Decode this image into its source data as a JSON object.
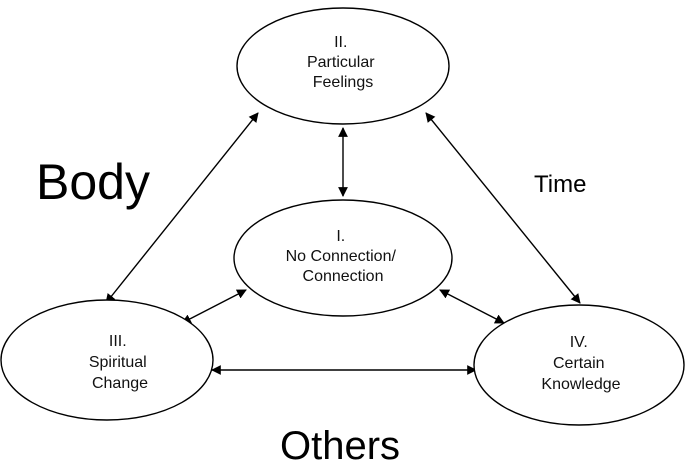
{
  "nodes": [
    {
      "id": "node-i",
      "lines": [
        "I.",
        "No Connection/",
        "Connection"
      ]
    },
    {
      "id": "node-ii",
      "lines": [
        "II.",
        "Particular",
        "Feelings"
      ]
    },
    {
      "id": "node-iii",
      "lines": [
        "III.",
        "Spiritual",
        "Change"
      ]
    },
    {
      "id": "node-iv",
      "lines": [
        "IV.",
        "Certain",
        "Knowledge"
      ]
    }
  ],
  "labels": {
    "body": "Body",
    "time": "Time",
    "others": "Others"
  },
  "edges": [
    {
      "from": "node-ii",
      "to": "node-i",
      "bidirectional": true
    },
    {
      "from": "node-ii",
      "to": "node-iii",
      "bidirectional": true
    },
    {
      "from": "node-ii",
      "to": "node-iv",
      "bidirectional": true
    },
    {
      "from": "node-i",
      "to": "node-iii",
      "bidirectional": true
    },
    {
      "from": "node-i",
      "to": "node-iv",
      "bidirectional": true
    },
    {
      "from": "node-iii",
      "to": "node-iv",
      "bidirectional": true
    }
  ],
  "colors": {
    "stroke": "#000000",
    "background": "#ffffff",
    "text": "#111111"
  }
}
